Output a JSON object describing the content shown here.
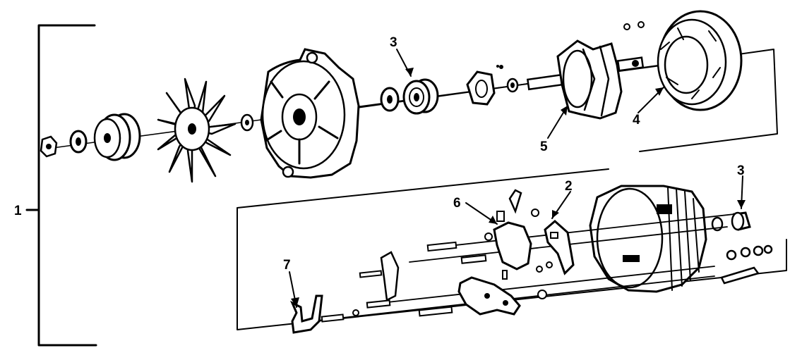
{
  "callouts": {
    "assembly": "1",
    "brush_holder": "2",
    "bearing_front": "3",
    "bearing_rear": "3",
    "stator": "4",
    "rotor": "5",
    "regulator": "6",
    "terminal_bracket": "7"
  }
}
